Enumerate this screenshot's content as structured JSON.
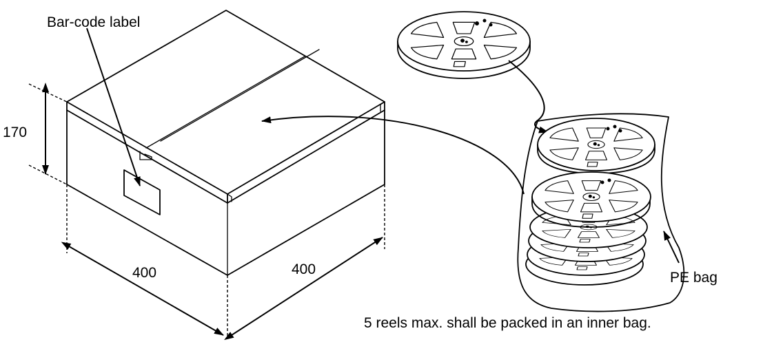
{
  "labels": {
    "barcode": "Bar-code label",
    "height_dim": "170",
    "width_dim_left": "400",
    "width_dim_right": "400",
    "bag": "PE bag",
    "note": "5 reels max. shall be packed in an inner bag."
  }
}
